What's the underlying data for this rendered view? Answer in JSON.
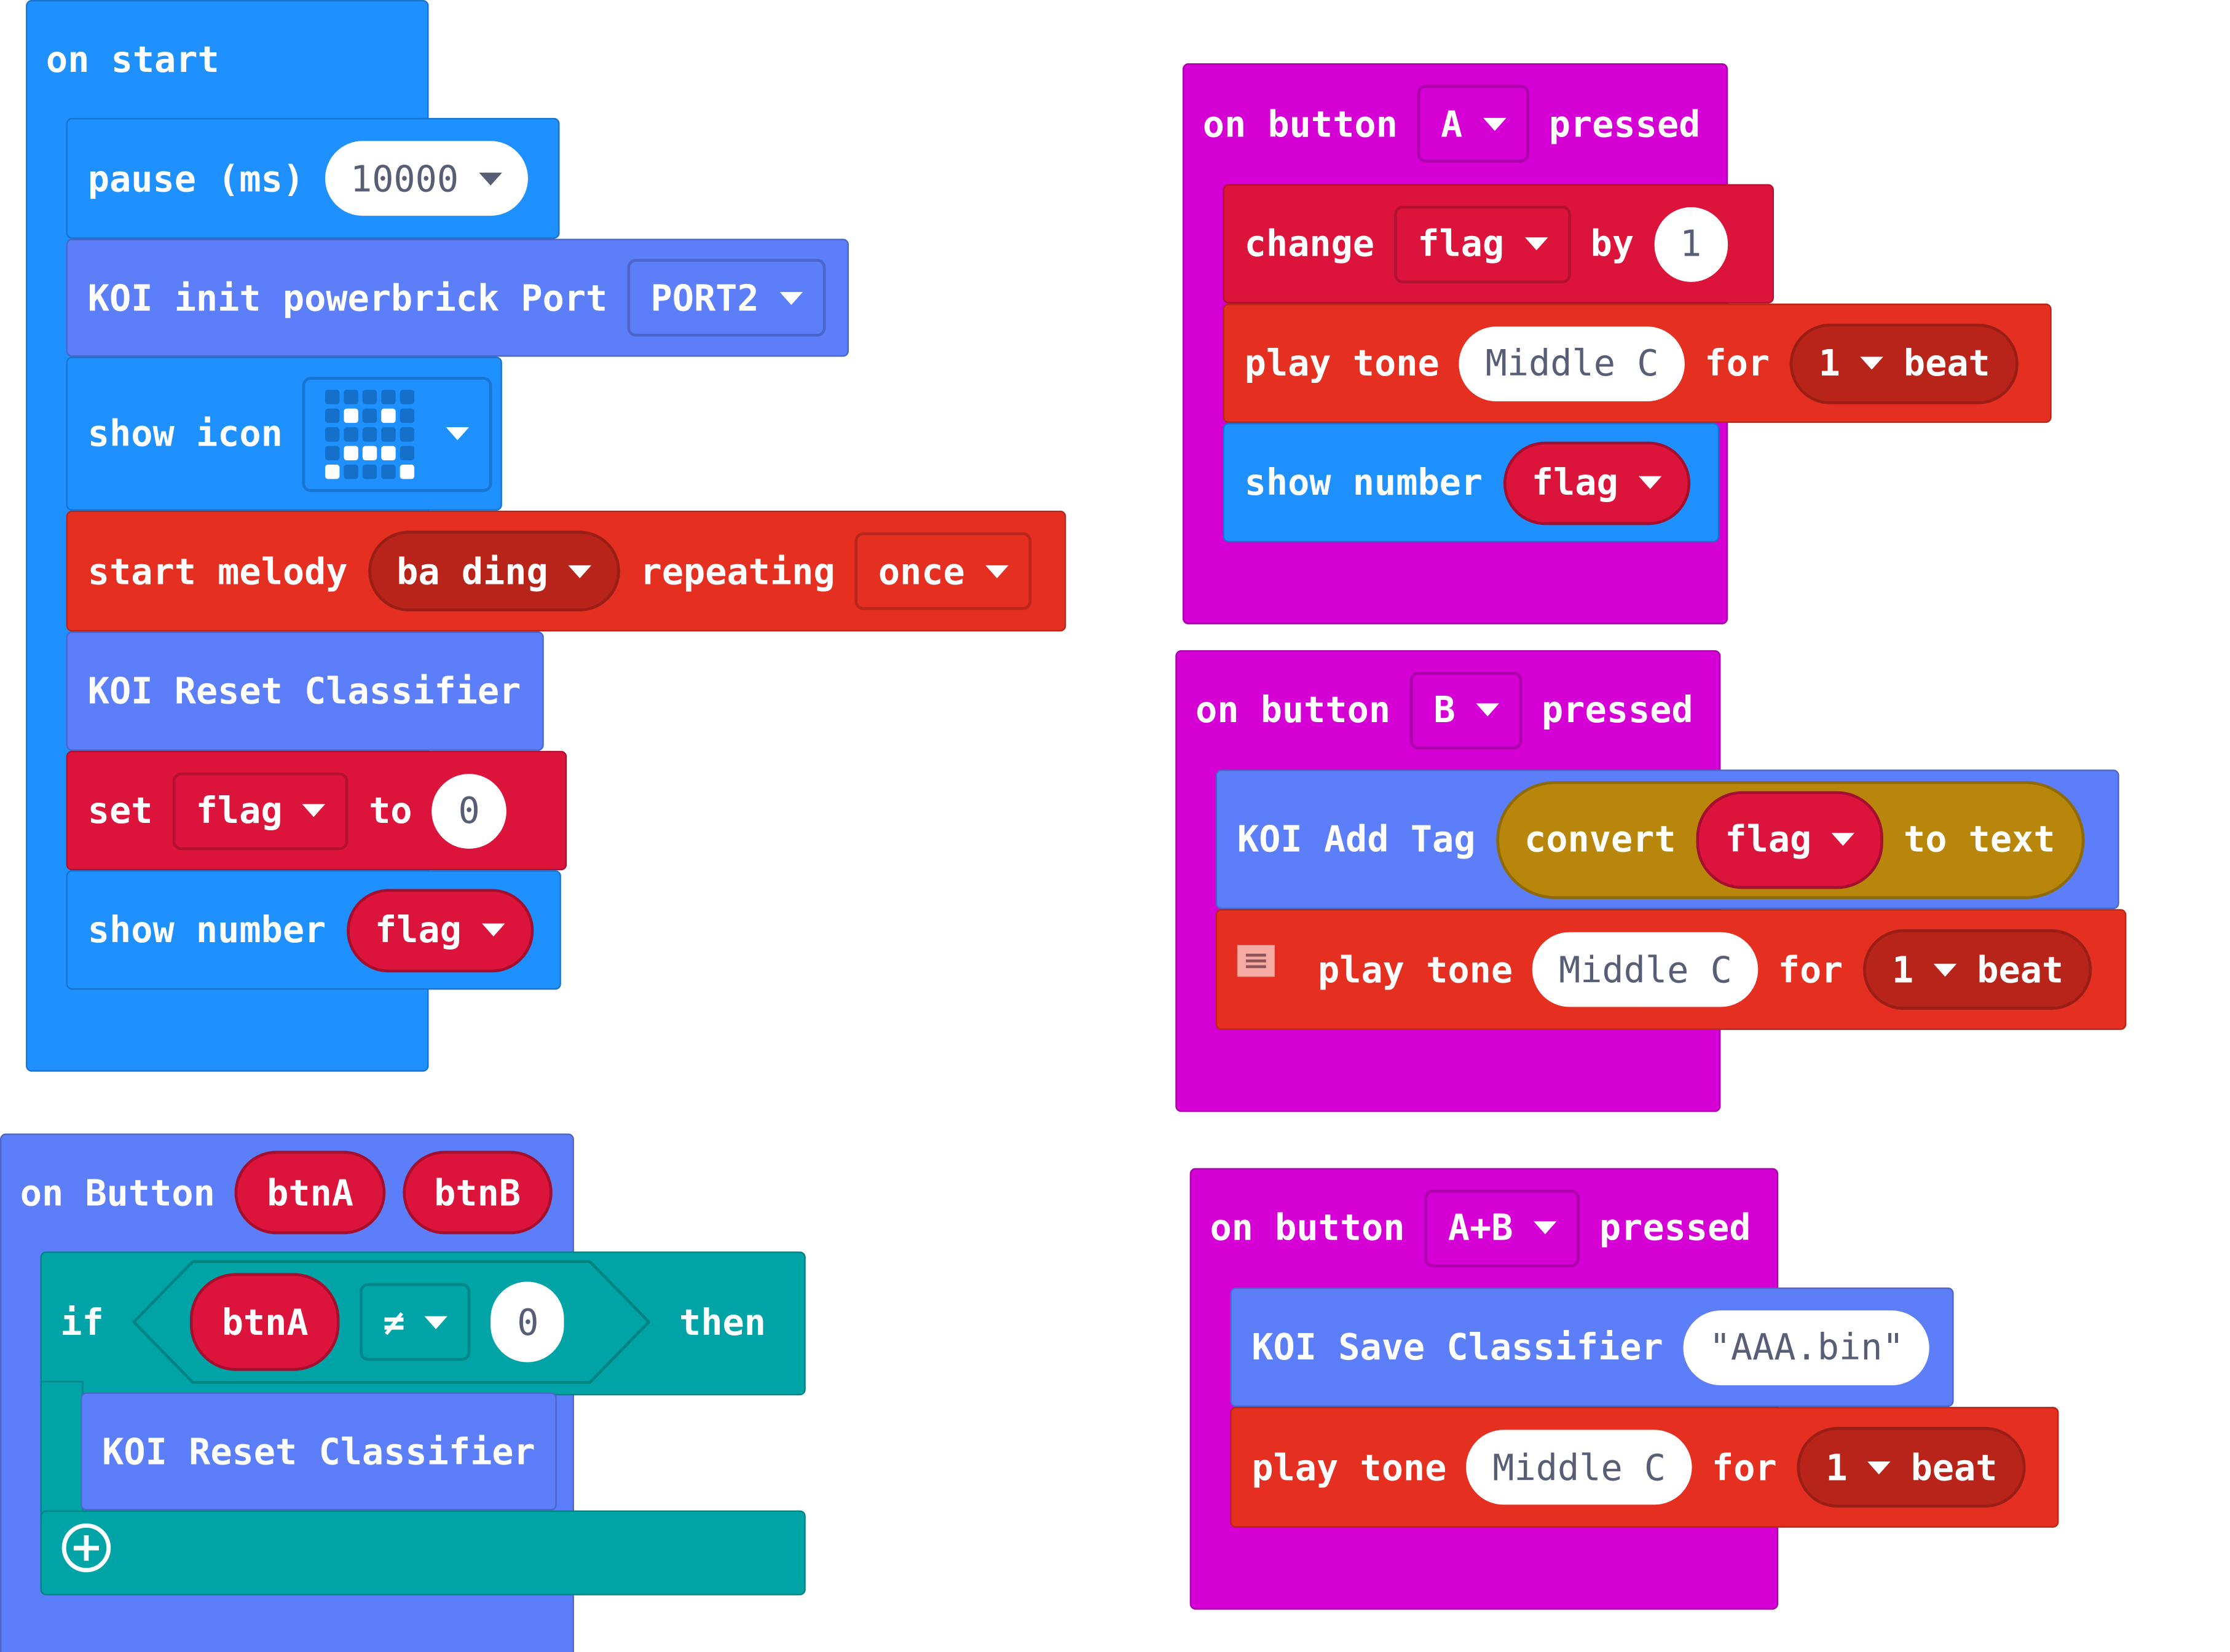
{
  "on_start": {
    "label": "on start",
    "pause": {
      "label": "pause (ms)",
      "value": "10000"
    },
    "koi_init": {
      "label": "KOI init powerbrick Port",
      "port": "PORT2"
    },
    "show_icon": {
      "label": "show icon",
      "pattern": [
        [
          0,
          0,
          0,
          0,
          0
        ],
        [
          0,
          1,
          0,
          1,
          0
        ],
        [
          0,
          0,
          0,
          0,
          0
        ],
        [
          0,
          1,
          1,
          1,
          0
        ],
        [
          1,
          0,
          0,
          0,
          1
        ]
      ]
    },
    "melody": {
      "label": "start melody",
      "melody": "ba ding",
      "repeating": "repeating",
      "mode": "once"
    },
    "reset": {
      "label": "KOI Reset Classifier"
    },
    "set": {
      "label": "set",
      "var": "flag",
      "to": "to",
      "value": "0"
    },
    "show_number": {
      "label": "show number",
      "var": "flag"
    }
  },
  "button_a": {
    "on": "on button",
    "button": "A",
    "pressed": "pressed",
    "change": {
      "label": "change",
      "var": "flag",
      "by": "by",
      "value": "1"
    },
    "tone": {
      "label": "play tone",
      "note": "Middle C",
      "for": "for",
      "beats": "1",
      "beat": "beat"
    },
    "show_number": {
      "label": "show number",
      "var": "flag"
    }
  },
  "button_b": {
    "on": "on button",
    "button": "B",
    "pressed": "pressed",
    "add_tag": {
      "label": "KOI Add Tag",
      "convert": "convert",
      "var": "flag",
      "to_text": "to text"
    },
    "tone": {
      "label": "play tone",
      "note": "Middle C",
      "for": "for",
      "beats": "1",
      "beat": "beat"
    }
  },
  "button_ab": {
    "on": "on button",
    "button": "A+B",
    "pressed": "pressed",
    "save": {
      "label": "KOI Save Classifier",
      "file": "\"AAA.bin\""
    },
    "tone": {
      "label": "play tone",
      "note": "Middle C",
      "for": "for",
      "beats": "1",
      "beat": "beat"
    }
  },
  "on_btn": {
    "label": "on Button",
    "a": "btnA",
    "b": "btnB",
    "if": {
      "label": "if",
      "left": "btnA",
      "op": "≠",
      "right": "0",
      "then": "then"
    },
    "reset": {
      "label": "KOI Reset Classifier"
    }
  }
}
